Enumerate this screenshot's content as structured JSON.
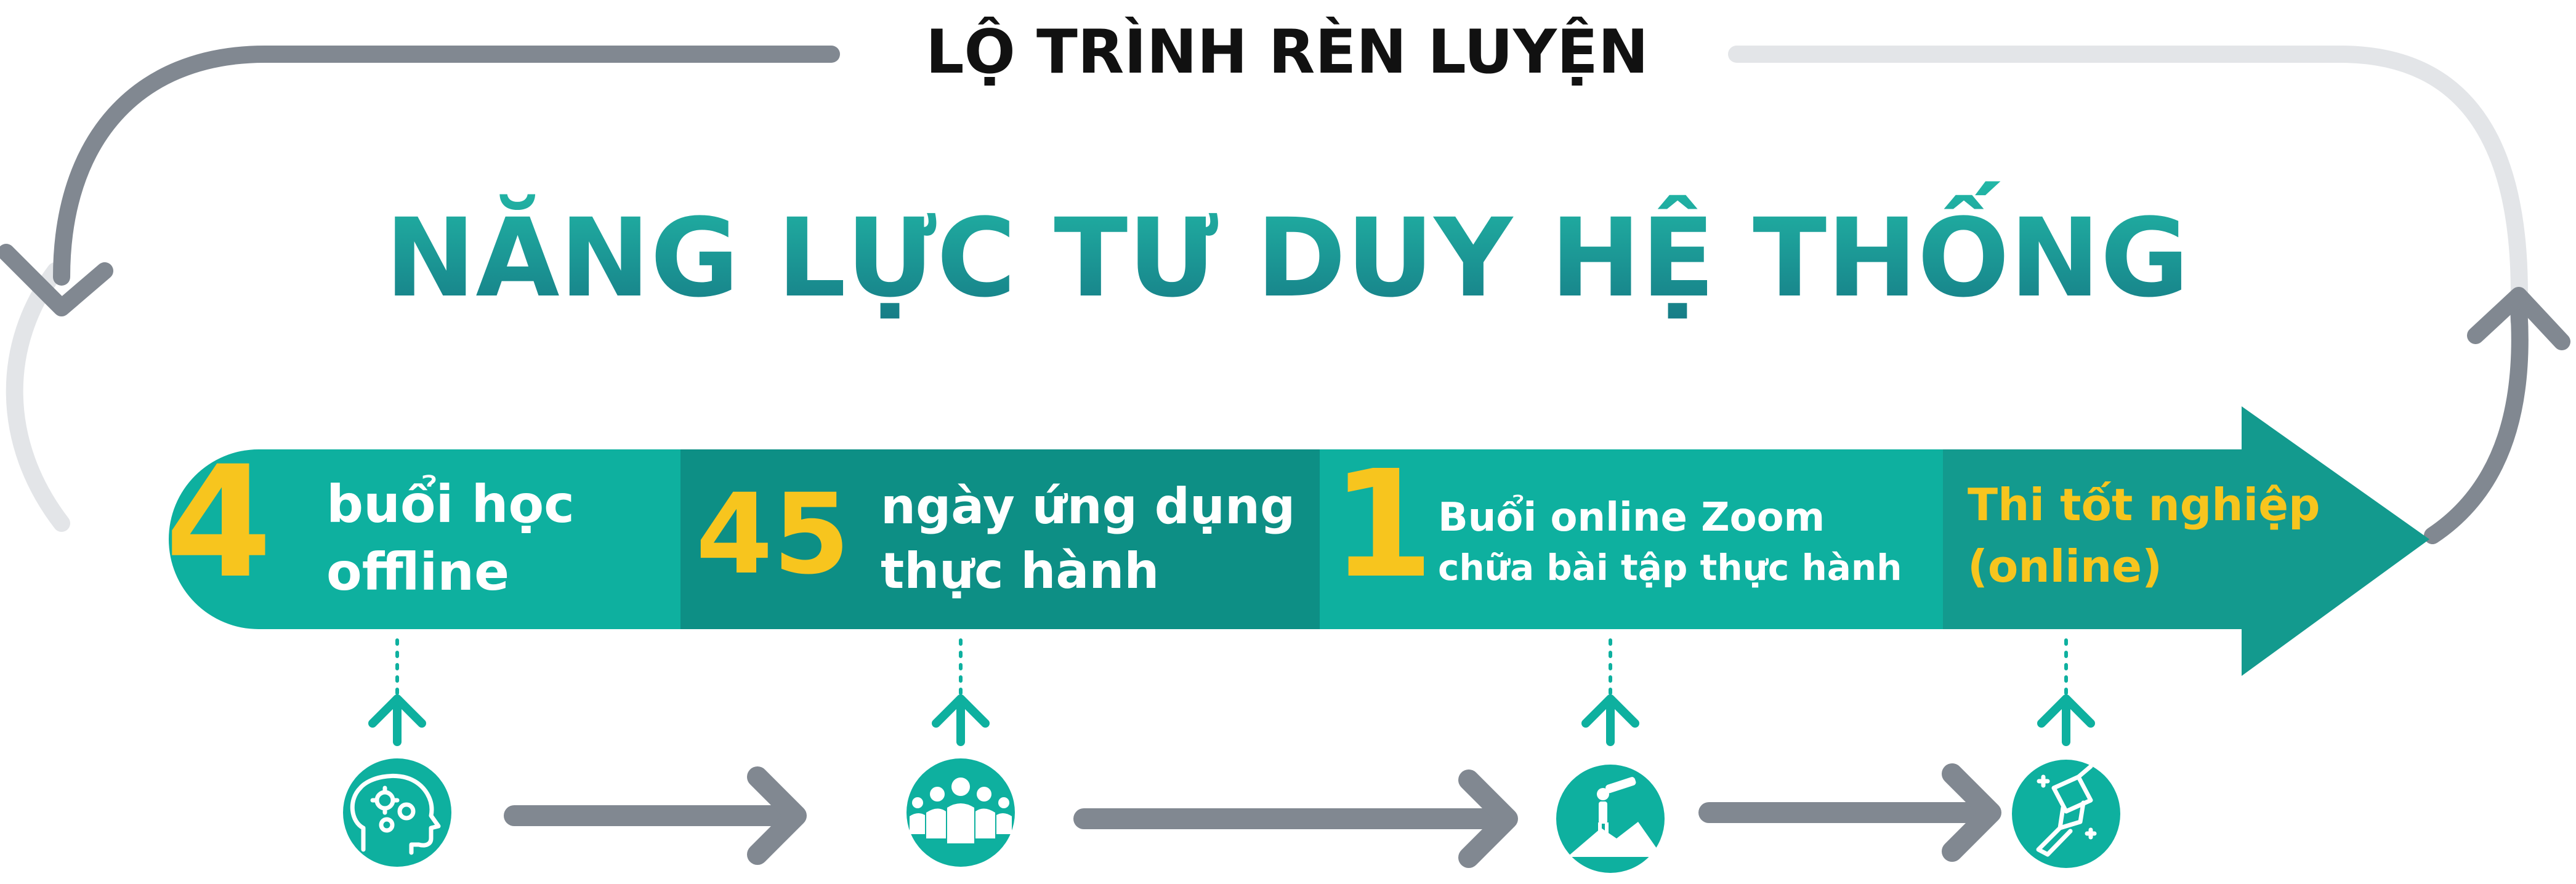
{
  "header": {
    "label": "LỘ TRÌNH RÈN LUYỆN",
    "title": "NĂNG LỰC TƯ DUY HỆ THỐNG"
  },
  "stages": [
    {
      "number": "4",
      "line1": "buổi học",
      "line2": "offline",
      "icon": "brain-gears-icon"
    },
    {
      "number": "45",
      "line1": "ngày ứng dụng",
      "line2": "thực hành",
      "icon": "group-people-icon"
    },
    {
      "number": "1",
      "line1": "Buổi online Zoom",
      "line2": "chữa bài tập thực hành",
      "icon": "telescope-mountain-icon"
    },
    {
      "number": "",
      "line1": "Thi tốt nghiệp",
      "line2": "(online)",
      "icon": "graduation-hat-icon"
    }
  ],
  "colors": {
    "teal_light": "#0eb09f",
    "teal_dark": "#0d8f85",
    "teal_arrow": "#139a8e",
    "title_gradient_start": "#1fb5a5",
    "title_gradient_end": "#177f86",
    "number_gold": "#f7c51e",
    "loop_dark": "#818891",
    "loop_light": "#e3e5e8",
    "header_black": "#111111"
  }
}
